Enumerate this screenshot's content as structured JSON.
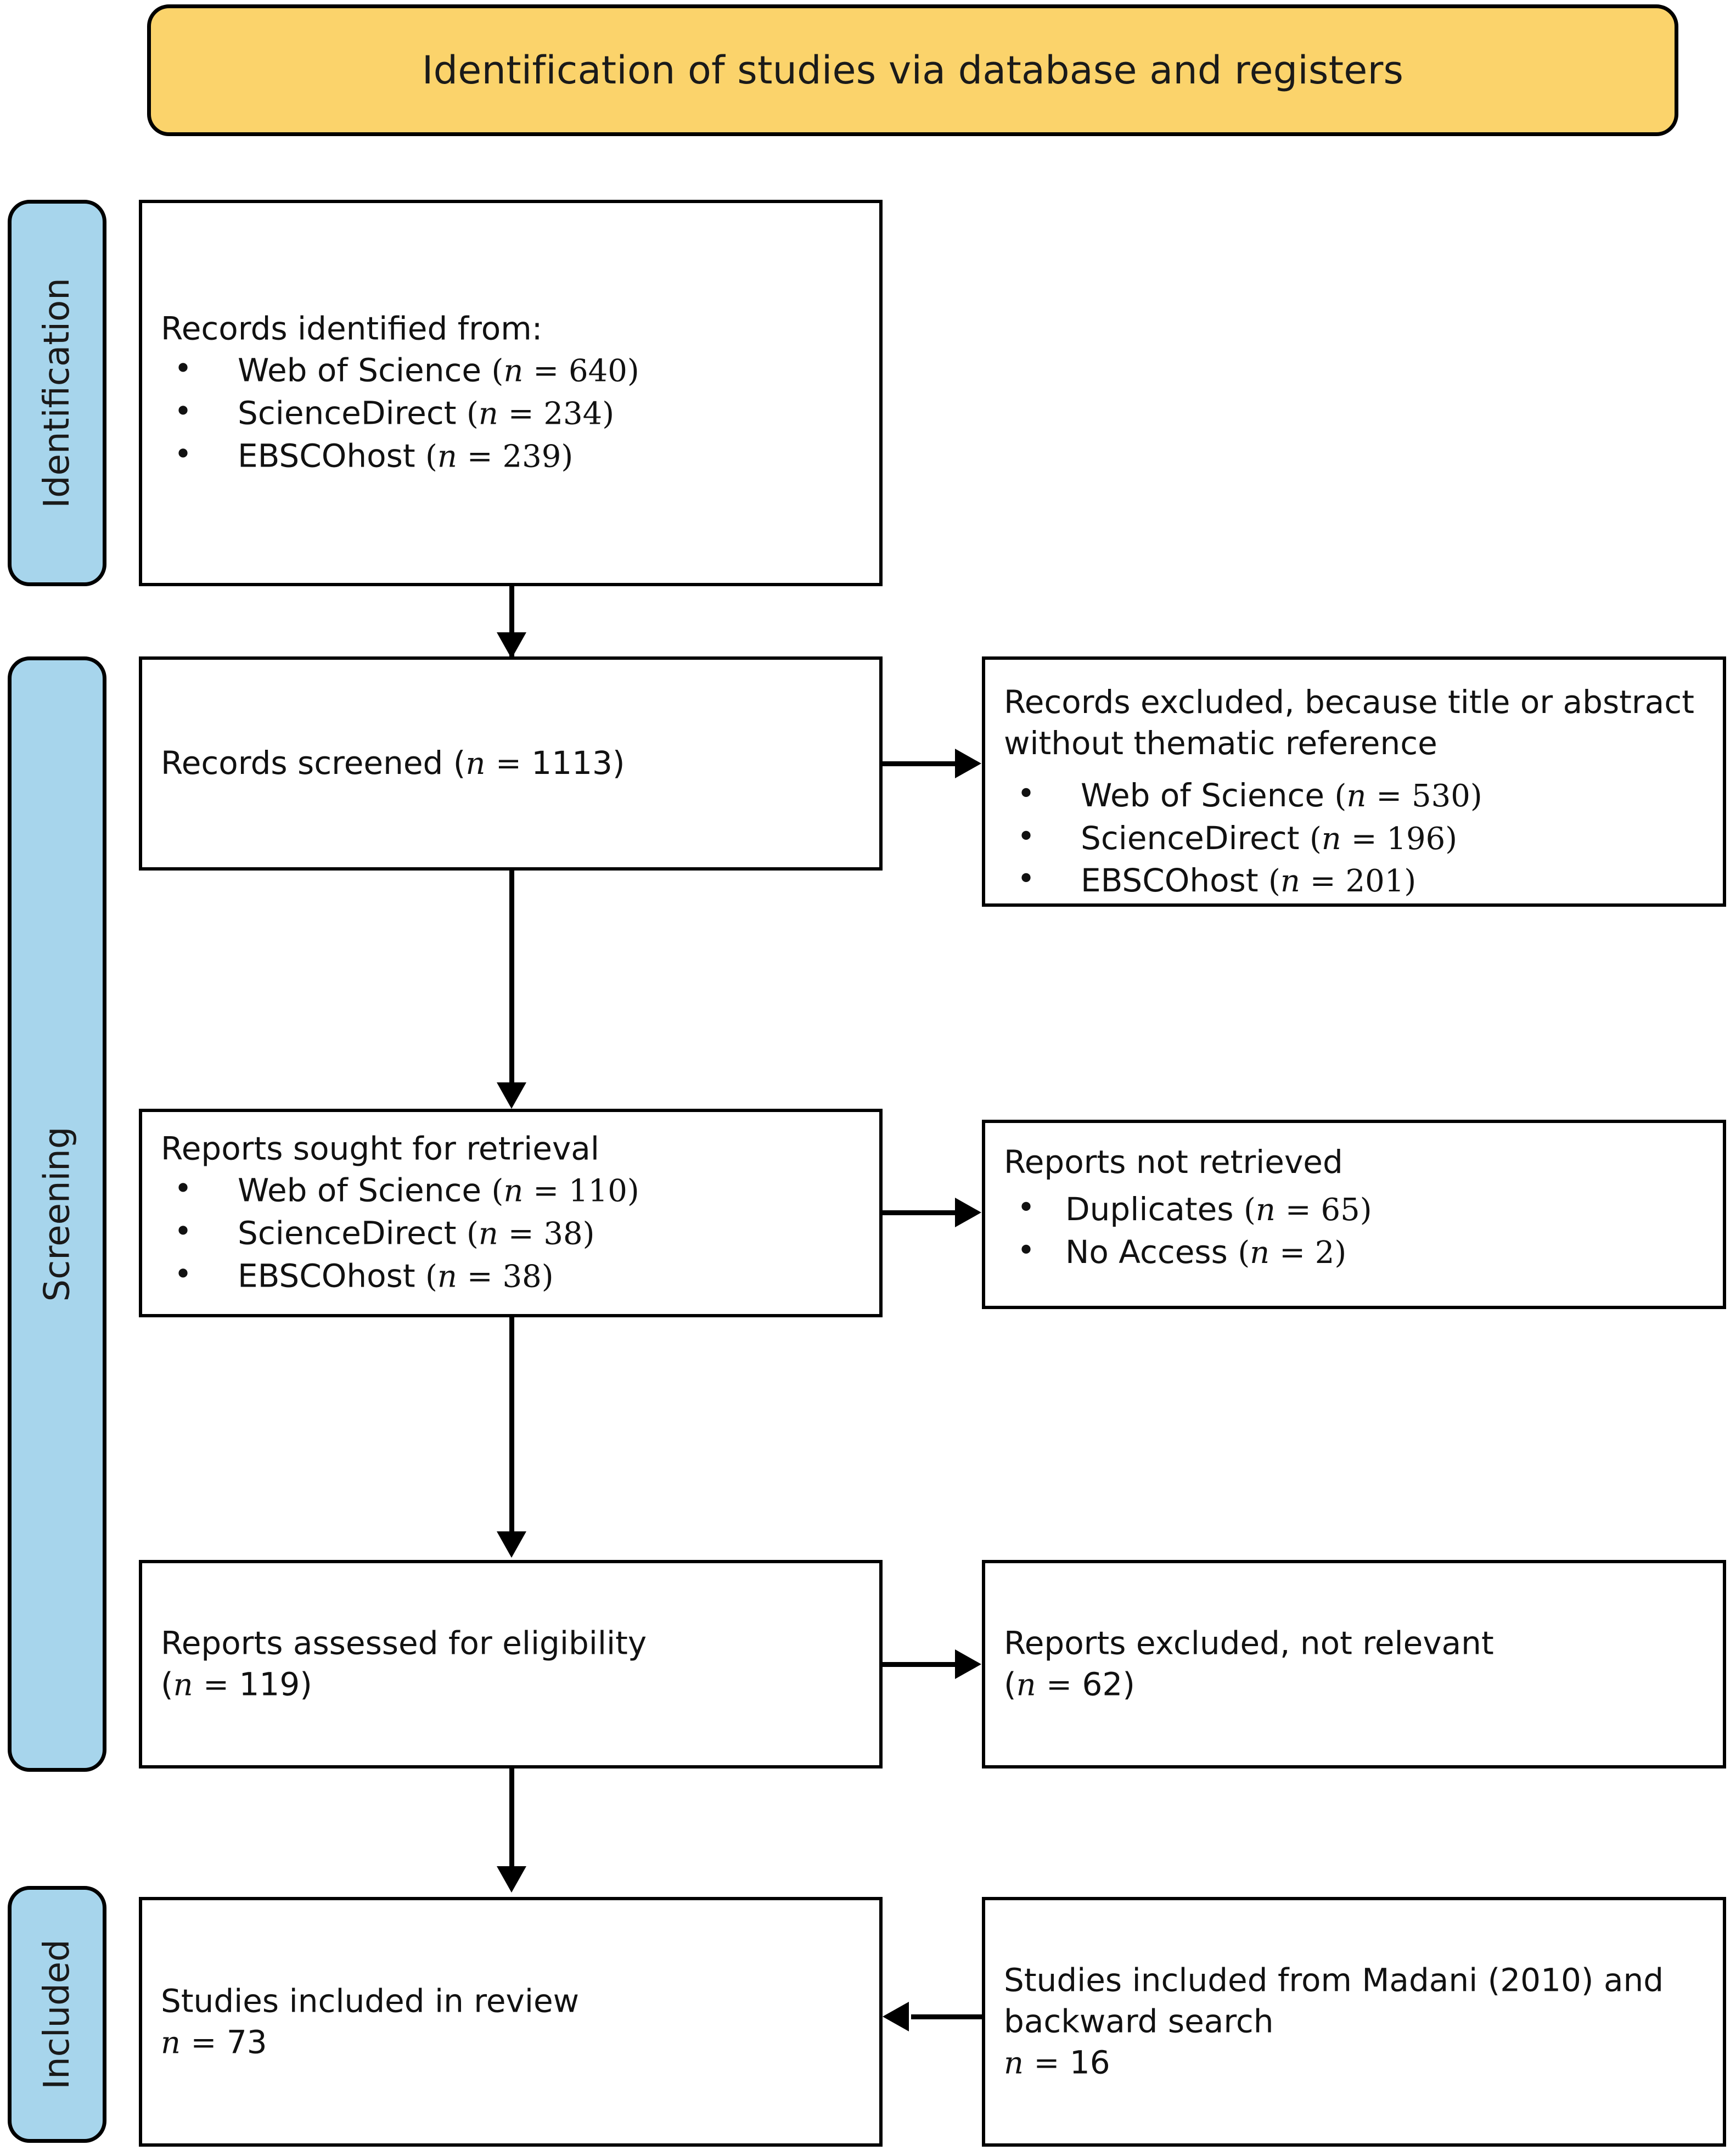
{
  "banner": {
    "title": "Identification of studies via database and registers",
    "fill": "#fbd36b",
    "border": "#000000"
  },
  "stages": [
    {
      "id": "identification",
      "label": "Identification",
      "fill": "#a7d5ec"
    },
    {
      "id": "screening",
      "label": "Screening",
      "fill": "#a7d5ec"
    },
    {
      "id": "included",
      "label": "Included",
      "fill": "#a7d5ec"
    }
  ],
  "boxes": {
    "records_identified": {
      "heading": "Records identified from:",
      "items": [
        {
          "source": "Web of Science",
          "n_label": "(n = 640)",
          "n": 640
        },
        {
          "source": "ScienceDirect",
          "n_label": "(n = 234)",
          "n": 234
        },
        {
          "source": "EBSCOhost",
          "n_label": "(n = 239)",
          "n": 239
        }
      ]
    },
    "records_screened": {
      "heading": "Records screened (n = 1113)",
      "n": 1113
    },
    "records_excluded": {
      "heading_line1": "Records excluded, because title or abstract",
      "heading_line2": "without thematic reference",
      "items": [
        {
          "source": "Web of Science",
          "n_label": "(n = 530)",
          "n": 530
        },
        {
          "source": "ScienceDirect",
          "n_label": "(n = 196)",
          "n": 196
        },
        {
          "source": "EBSCOhost",
          "n_label": "(n = 201)",
          "n": 201
        }
      ]
    },
    "reports_sought": {
      "heading": "Reports sought for retrieval",
      "items": [
        {
          "source": "Web of Science",
          "n_label": "(n = 110)",
          "n": 110
        },
        {
          "source": "ScienceDirect",
          "n_label": "(n = 38)",
          "n": 38
        },
        {
          "source": "EBSCOhost",
          "n_label": "(n = 38)",
          "n": 38
        }
      ]
    },
    "reports_not_retrieved": {
      "heading": "Reports not retrieved",
      "items": [
        {
          "source": "Duplicates",
          "n_label": "(n = 65)",
          "n": 65
        },
        {
          "source": "No Access",
          "n_label": "(n = 2)",
          "n": 2
        }
      ]
    },
    "reports_assessed": {
      "heading": "Reports assessed for eligibility",
      "count_line": "(n = 119)",
      "n": 119
    },
    "reports_excluded_not_relevant": {
      "heading": "Reports excluded, not relevant",
      "count_line": "(n = 62)",
      "n": 62
    },
    "studies_included_review": {
      "heading": "Studies included in review",
      "count_line": "n = 73",
      "n": 73
    },
    "studies_included_other": {
      "heading_line1": "Studies included from Madani (2010) and",
      "heading_line2": "backward search",
      "count_line": "n = 16",
      "n": 16
    }
  },
  "connectors": [
    {
      "id": "identified-to-screened",
      "kind": "arrow-down"
    },
    {
      "id": "screened-to-excluded",
      "kind": "arrow-right"
    },
    {
      "id": "screened-to-sought",
      "kind": "arrow-down"
    },
    {
      "id": "sought-to-not-retrieved",
      "kind": "arrow-right"
    },
    {
      "id": "sought-to-assessed",
      "kind": "arrow-down"
    },
    {
      "id": "assessed-to-excluded",
      "kind": "arrow-right"
    },
    {
      "id": "assessed-to-included",
      "kind": "arrow-down"
    },
    {
      "id": "other-sources-to-included",
      "kind": "arrow-left"
    }
  ]
}
